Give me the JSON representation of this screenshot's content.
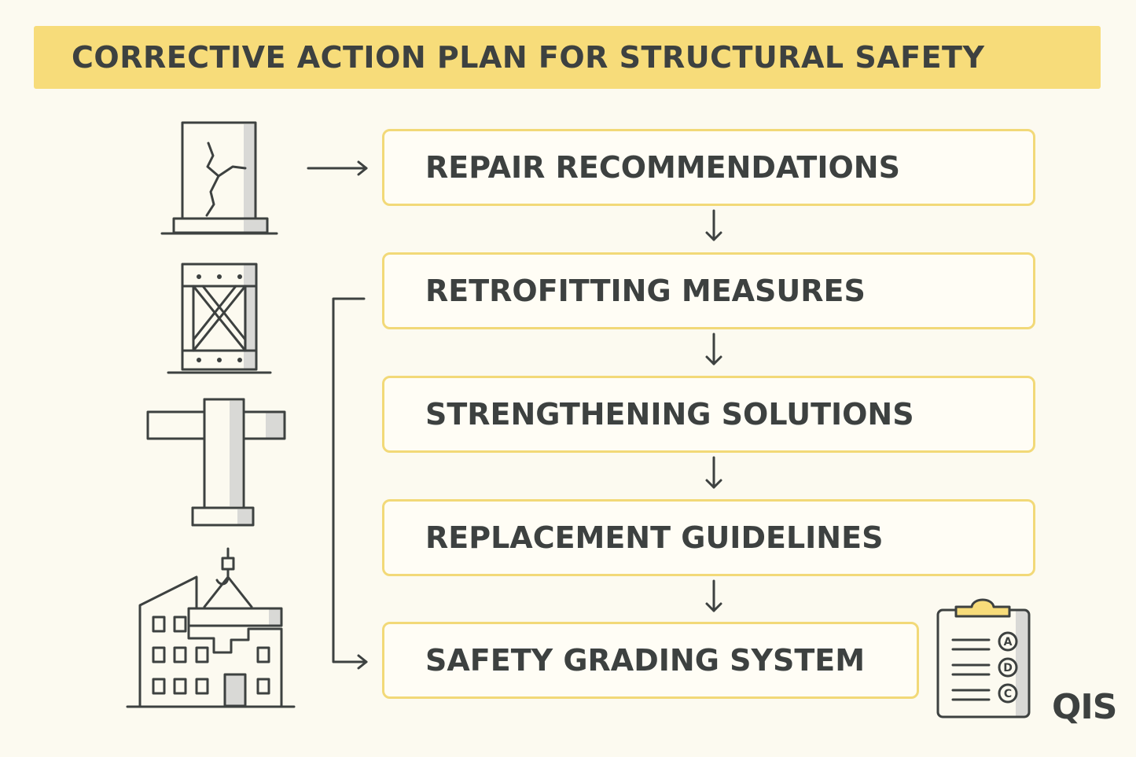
{
  "title": "CORRECTIVE ACTION PLAN FOR STRUCTURAL SAFETY",
  "steps": [
    {
      "label": "REPAIR RECOMMENDATIONS",
      "icon": "cracked-column-icon"
    },
    {
      "label": "RETROFITTING MEASURES",
      "icon": "braced-frame-icon"
    },
    {
      "label": "STRENGTHENING SOLUTIONS",
      "icon": "beam-column-joint-icon"
    },
    {
      "label": "REPLACEMENT GUIDELINES",
      "icon": "building-crane-icon"
    },
    {
      "label": "SAFETY GRADING SYSTEM",
      "icon": "clipboard-grades-icon"
    }
  ],
  "grades": [
    "A",
    "D",
    "C"
  ],
  "logo": "QIS",
  "colors": {
    "background": "#fcfaf0",
    "accent": "#f7dc7a",
    "box_border": "#f2d978",
    "ink": "#3d4140"
  }
}
